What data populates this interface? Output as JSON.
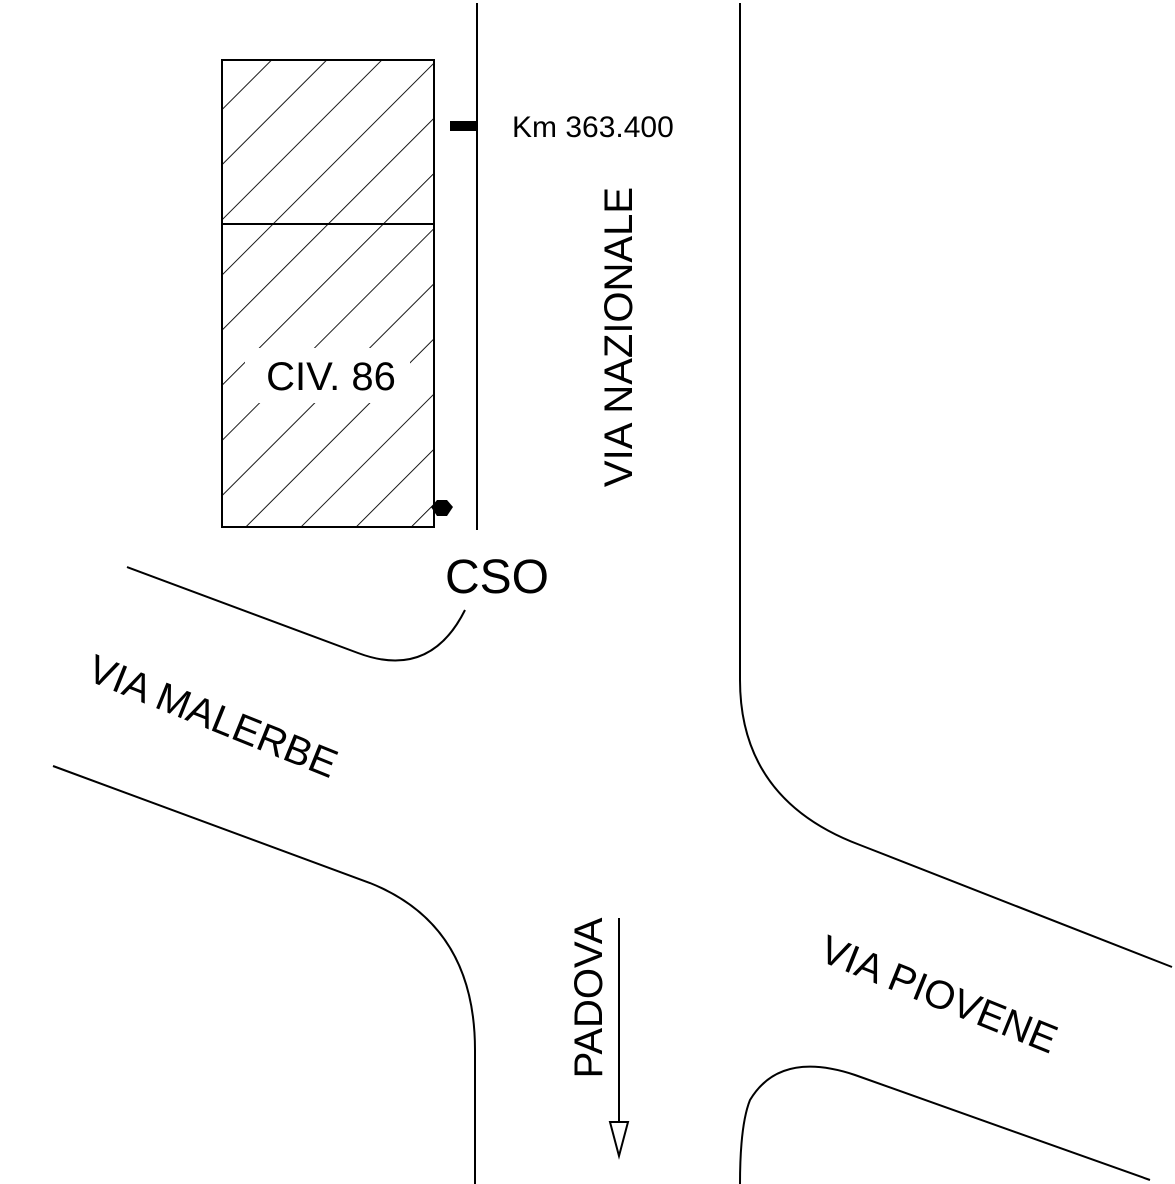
{
  "map": {
    "building_label": "CIV. 86",
    "km_marker_label": "Km 363.400",
    "cso_label": "CSO",
    "streets": {
      "nazionale": "VIA NAZIONALE",
      "malerbe": "VIA MALERBE",
      "piovene": "VIA PIOVENE"
    },
    "direction_label": "PADOVA",
    "colors": {
      "ink": "#000000",
      "background": "#ffffff"
    }
  }
}
